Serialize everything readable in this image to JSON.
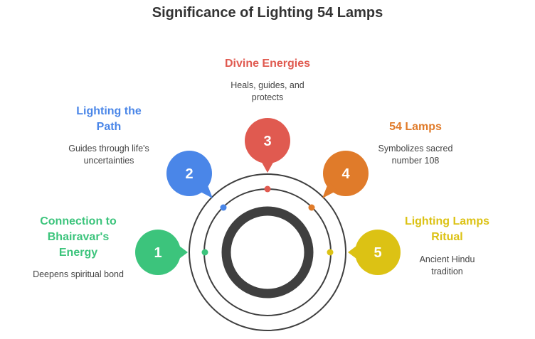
{
  "title": "Significance of Lighting 54 Lamps",
  "colors": {
    "green": "#3cc47c",
    "blue": "#4a86e8",
    "red": "#e05a50",
    "orange": "#e07b2a",
    "yellow": "#dcc214",
    "ring": "#3f3f3f",
    "orbit": "#3f3f3f"
  },
  "items": [
    {
      "num": "1",
      "label": "Connection to Bhairavar's Energy",
      "desc": "Deepens spiritual bond",
      "color": "#3cc47c"
    },
    {
      "num": "2",
      "label": "Lighting the Path",
      "desc": "Guides through life's uncertainties",
      "color": "#4a86e8"
    },
    {
      "num": "3",
      "label": "Divine Energies",
      "desc": "Heals, guides, and protects",
      "color": "#e05a50"
    },
    {
      "num": "4",
      "label": "54 Lamps",
      "desc": "Symbolizes sacred number 108",
      "color": "#e07b2a"
    },
    {
      "num": "5",
      "label": "Lighting Lamps Ritual",
      "desc": "Ancient Hindu tradition",
      "color": "#dcc214"
    }
  ]
}
